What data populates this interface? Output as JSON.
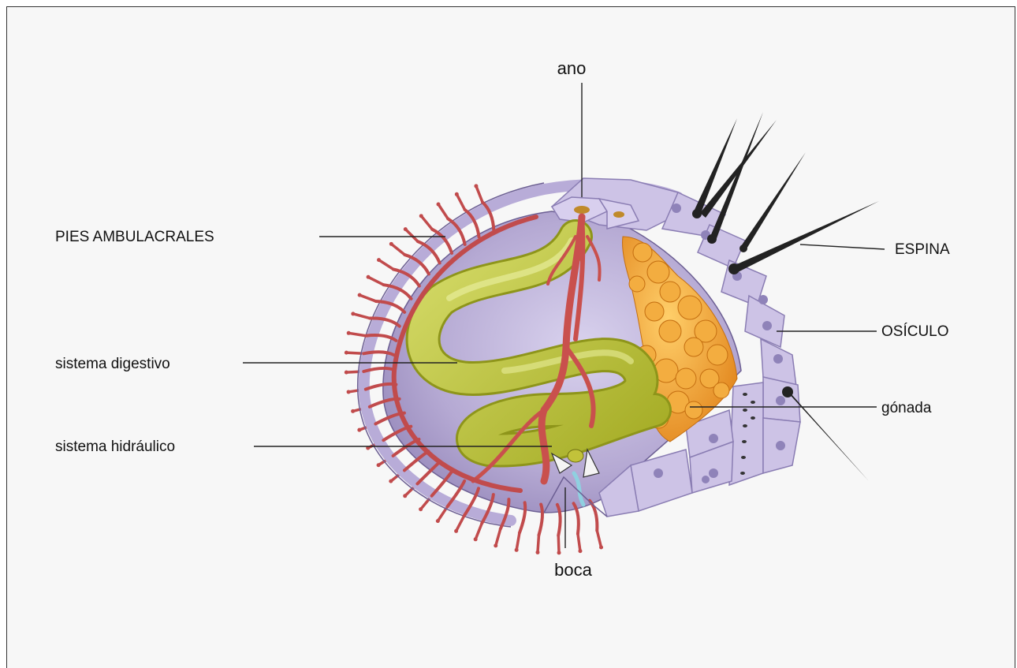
{
  "labels": {
    "top": "ano",
    "tube_feet": "PIES AMBULACRALES",
    "digestive": "sistema digestivo",
    "water_vascular": "sistema hidráulico",
    "mouth": "boca",
    "spine": "ESPINA",
    "ossicle": "OSÍCULO",
    "gonad": "gónada"
  },
  "colors": {
    "test_wall": "#cdc3e6",
    "inner_cavity": "#a99cc8",
    "gut": "#b8c13a",
    "water_vascular": "#c9504d",
    "gonad": "#f0a23a",
    "spine": "#222222",
    "background": "#f7f7f7"
  }
}
